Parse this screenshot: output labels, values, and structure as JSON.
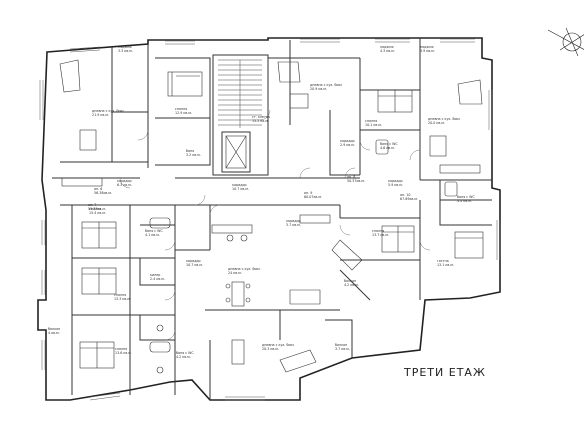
{
  "floor_title": "ТРЕТИ ЕТАЖ",
  "rooms": [
    {
      "name": "дневна с кух. бокс",
      "area": "21.9 кв.м.",
      "label": "дневна с кух. бокс\n21.9 кв.м."
    },
    {
      "name": "лоджия",
      "area": "3.3 кв.м.",
      "label": "лоджия\n3.3 кв.м."
    },
    {
      "name": "спалня",
      "area": "12.9 кв.м.",
      "label": "спалня\n12.9 кв.м."
    },
    {
      "name": "баня",
      "area": "3.2 кв.м.",
      "label": "баня\n3.2 кв.м."
    },
    {
      "name": "коридор",
      "area": "6.3 кв.м.",
      "label": "коридор\n6.3 кв.м."
    },
    {
      "name": "ст. клетка",
      "area": "15.2 кв.м.",
      "label": "ст. клетка\n15.2 кв.м."
    },
    {
      "name": "дневна с кух. бокс",
      "area": "20.9 кв.м.",
      "label": "дневна с кух. бокс\n20.9 кв.м."
    },
    {
      "name": "лоджия",
      "area": "4.3 кв.м.",
      "label": "лоджия\n4.3 кв.м."
    },
    {
      "name": "лоджия",
      "area": "3.9 кв.м.",
      "label": "лоджия\n3.9 кв.м."
    },
    {
      "name": "дневна с кух. бокс",
      "area": "20.0 кв.м.",
      "label": "дневна с кух. бокс\n20.0 кв.м."
    },
    {
      "name": "спалня",
      "area": "10.1 кв.м.",
      "label": "спалня\n10.1 кв.м."
    },
    {
      "name": "коридор",
      "area": "2.9 кв.м.",
      "label": "коридор\n2.9 кв.м."
    },
    {
      "name": "баня с WC",
      "area": "4.6 кв.м.",
      "label": "баня с WC\n4.6 кв.м."
    },
    {
      "name": "коридор",
      "area": "10.7 кв.м.",
      "label": "коридор\n10.7 кв.м."
    },
    {
      "name": "коридор",
      "area": "5.9 кв.м.",
      "label": "коридор\n5.9 кв.м."
    },
    {
      "name": "баня с WC",
      "area": "4.4 кв.м.",
      "label": "баня с WC\n4.4 кв.м."
    },
    {
      "name": "спалня",
      "area": "15.4 кв.м.",
      "label": "спалня\n15.4 кв.м."
    },
    {
      "name": "баня с WC",
      "area": "4.1 кв.м.",
      "label": "баня с WC\n4.1 кв.м."
    },
    {
      "name": "коридор",
      "area": "10.7 кв.м.",
      "label": "коридор\n10.7 кв.м."
    },
    {
      "name": "коридор",
      "area": "3.7 кв.м.",
      "label": "коридор\n3.7 кв.м."
    },
    {
      "name": "спалня",
      "area": "13.7 кв.м.",
      "label": "спалня\n13.7 кв.м."
    },
    {
      "name": "дневна с кух. бокс",
      "area": "24 кв.м.",
      "label": "дневна с кух. бокс\n24 кв.м."
    },
    {
      "name": "гостна",
      "area": "13.1 кв.м.",
      "label": "гостна\n13.1 кв.м."
    },
    {
      "name": "килер",
      "area": "2.4 кв.м.",
      "label": "килер\n2.4 кв.м."
    },
    {
      "name": "спалня",
      "area": "13.3 кв.м.",
      "label": "спалня\n13.3 кв.м."
    },
    {
      "name": "балкон",
      "area": "4.2 кв.м.",
      "label": "балкон\n4.2 кв.м."
    },
    {
      "name": "балкон",
      "area": "4 кв.м.",
      "label": "балкон\n4 кв.м."
    },
    {
      "name": "спалня",
      "area": "13.6 кв.м.",
      "label": "спалня\n13.6 кв.м."
    },
    {
      "name": "баня с WC",
      "area": "4.2 кв.м.",
      "label": "баня с WC\n4.2 кв.м."
    },
    {
      "name": "дневна с кух. бокс",
      "area": "20.3 кв.м.",
      "label": "дневна с кух. бокс\n20.3 кв.м."
    },
    {
      "name": "балкон",
      "area": "3.7 кв.м.",
      "label": "балкон\n3.7 кв.м."
    }
  ],
  "apartments": [
    {
      "label": "ап. 6\n56.38кв.м."
    },
    {
      "label": "ап. 8\n50.37кв.м."
    },
    {
      "label": "ап. 9\n60.07кв.м."
    },
    {
      "label": "ап. 7\n55.33кв.м."
    },
    {
      "label": "ап. 10\n67.89кв.м."
    }
  ]
}
